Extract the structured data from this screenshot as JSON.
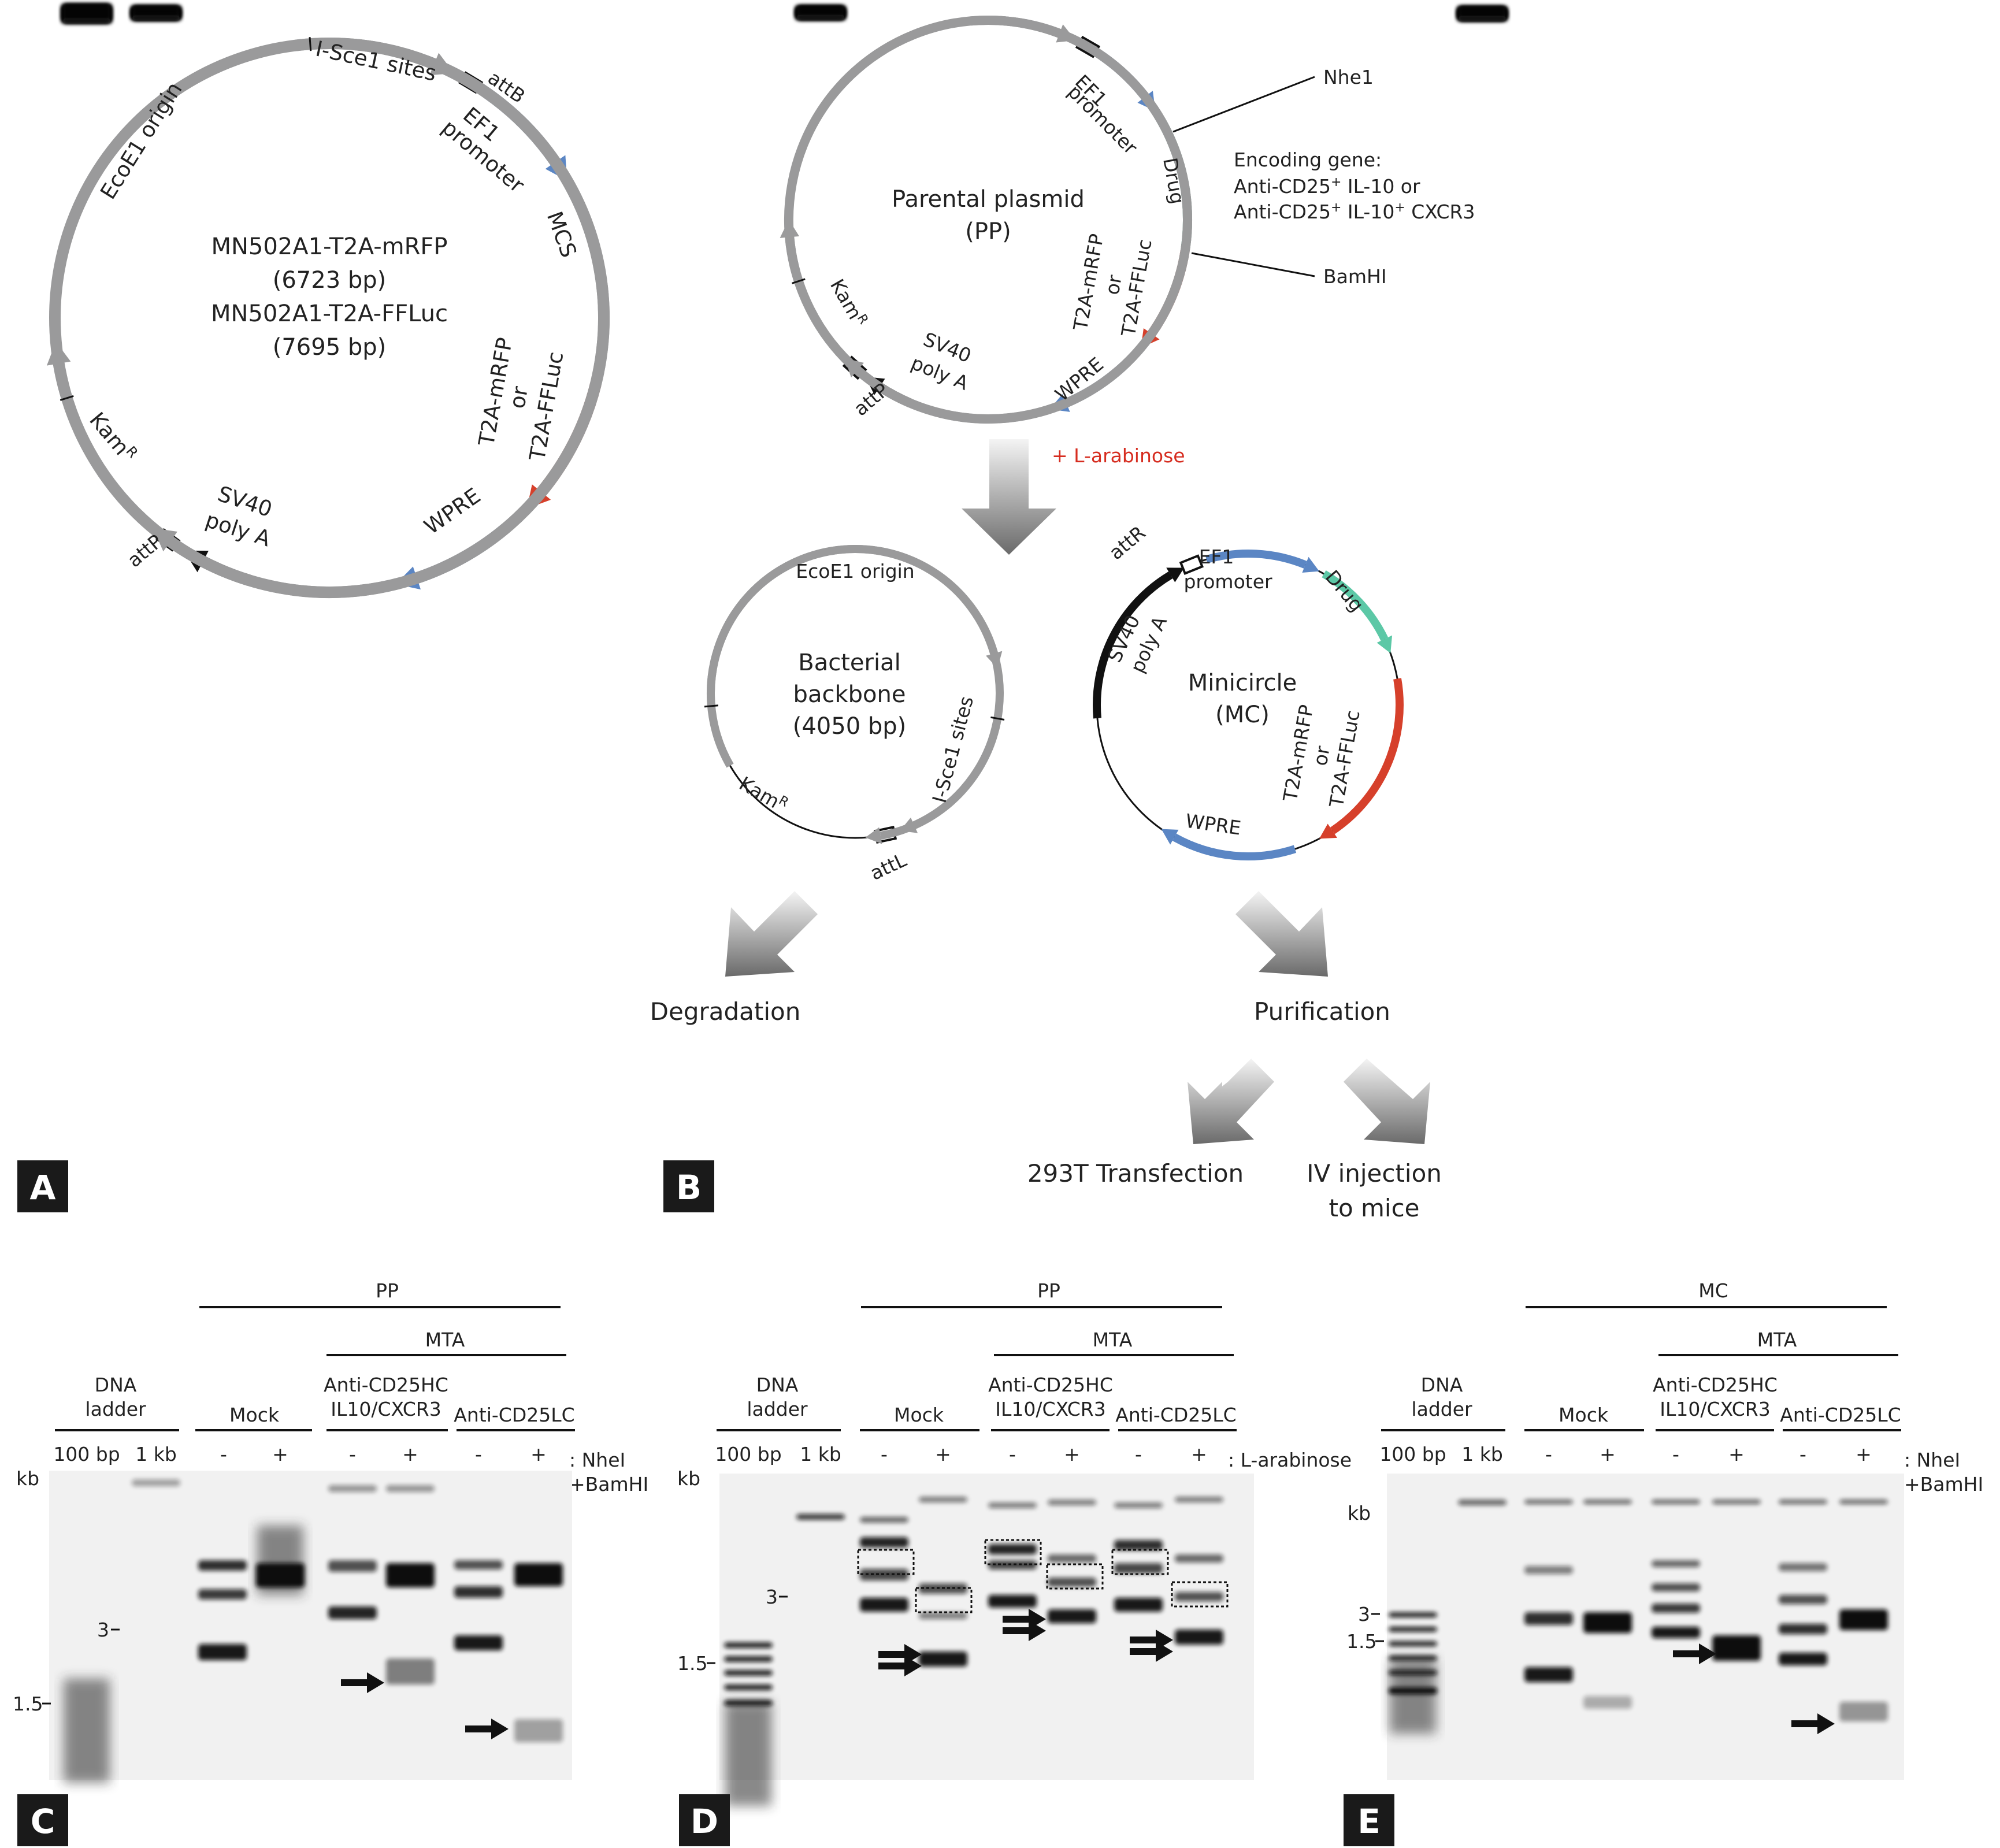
{
  "colors": {
    "backbone": "#9a9a9b",
    "promoter": "#5b86c4",
    "drug": "#5cc8a6",
    "reporter": "#d6402b",
    "polyA": "#111111",
    "arrow_grad_light": "#f4f4f4",
    "arrow_grad_dark": "#6a6a6a",
    "red_text": "#d62d20",
    "gel_bg": "#f1f1f1"
  },
  "panels": {
    "A": {
      "letter": "A",
      "center_lines": [
        "MN502A1-T2A-mRFP",
        "(6723 bp)",
        "MN502A1-T2A-FFLuc",
        "(7695 bp)"
      ],
      "labels": {
        "isce1": "I-Sce1 sites",
        "attb": "attB",
        "ef1": "EF1",
        "promoter": "promoter",
        "mcs": "MCS",
        "t2a_mrfp": "T2A-mRFP",
        "or": "or",
        "t2a_ffluc": "T2A-FFLuc",
        "wpre": "WPRE",
        "sv40": "SV40",
        "polya": "poly A",
        "attp": "attP",
        "kam": "Kam",
        "kam_sup": "R",
        "ecoe1": "EcoE1 origin"
      }
    },
    "B": {
      "letter": "B",
      "pp": {
        "center_1": "Parental plasmid",
        "center_2": "(PP)",
        "ef1": "EF1",
        "promoter": "promoter",
        "drug": "Drug",
        "t2a_mrfp": "T2A-mRFP",
        "or": "or",
        "t2a_ffluc": "T2A-FFLuc",
        "wpre": "WPRE",
        "sv40": "SV40",
        "polya": "poly A",
        "attp": "attP",
        "kam": "Kam",
        "kam_sup": "R",
        "nhe1": "Nhe1",
        "bamhi": "BamHI",
        "enc_1": "Encoding gene:",
        "enc_2a": "Anti-CD25",
        "enc_2b": " IL-10 or",
        "enc_3a": "Anti-CD25",
        "enc_3b": " IL-10",
        "enc_3c": " CXCR3",
        "sup_plus": "+"
      },
      "arabinose": "+ L-arabinose",
      "bb": {
        "ecoe1": "EcoE1 origin",
        "center_1": "Bacterial",
        "center_2": "backbone",
        "center_3": "(4050 bp)",
        "isce1": "I-Sce1 sites",
        "kam": "Kam",
        "kam_sup": "R",
        "attl": "attL"
      },
      "mc": {
        "attr": "attR",
        "ef1": "EF1",
        "promoter": "promoter",
        "drug": "Drug",
        "sv40": "SV40",
        "polya": "poly A",
        "center_1": "Minicircle",
        "center_2": "(MC)",
        "t2a_mrfp": "T2A-mRFP",
        "or": "or",
        "t2a_ffluc": "T2A-FFLuc",
        "wpre": "WPRE"
      },
      "degradation": "Degradation",
      "purification": "Purification",
      "transfection": "293T Transfection",
      "iv_1": "IV injection",
      "iv_2": "to mice"
    },
    "C": {
      "letter": "C",
      "top_group": "PP",
      "sub_group": "MTA",
      "ladder_1": "DNA",
      "ladder_2": "ladder",
      "mock": "Mock",
      "hc_1": "Anti-CD25HC",
      "hc_2": "IL10/CXCR3",
      "lc": "Anti-CD25LC",
      "lane_100bp": "100 bp",
      "lane_1kb": "1 kb",
      "minus": "-",
      "plus": "+",
      "enzyme_1": ": NheI",
      "enzyme_2": "+BamHI",
      "kb": "kb",
      "mark_3": "3",
      "mark_15": "1.5"
    },
    "D": {
      "letter": "D",
      "top_group": "PP",
      "sub_group": "MTA",
      "ladder_1": "DNA",
      "ladder_2": "ladder",
      "mock": "Mock",
      "hc_1": "Anti-CD25HC",
      "hc_2": "IL10/CXCR3",
      "lc": "Anti-CD25LC",
      "lane_100bp": "100 bp",
      "lane_1kb": "1 kb",
      "minus": "-",
      "plus": "+",
      "treatment": ": L-arabinose",
      "kb": "kb",
      "mark_3": "3",
      "mark_15": "1.5"
    },
    "E": {
      "letter": "E",
      "top_group": "MC",
      "sub_group": "MTA",
      "ladder_1": "DNA",
      "ladder_2": "ladder",
      "mock": "Mock",
      "hc_1": "Anti-CD25HC",
      "hc_2": "IL10/CXCR3",
      "lc": "Anti-CD25LC",
      "lane_100bp": "100 bp",
      "lane_1kb": "1 kb",
      "minus": "-",
      "plus": "+",
      "enzyme_1": ": NheI",
      "enzyme_2": "+BamHI",
      "kb": "kb",
      "mark_3": "3",
      "mark_15": "1.5"
    }
  }
}
